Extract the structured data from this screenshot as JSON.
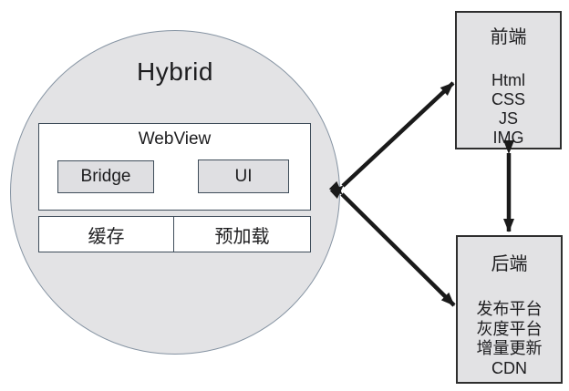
{
  "diagram": {
    "hybrid_circle": {
      "title": "Hybrid",
      "webview": {
        "title": "WebView",
        "children": [
          "Bridge",
          "UI"
        ]
      },
      "bottom_row": [
        "缓存",
        "预加载"
      ]
    },
    "frontend_box": {
      "title": "前端",
      "items": [
        "Html",
        "CSS",
        "JS",
        "IMG"
      ]
    },
    "backend_box": {
      "title": "后端",
      "items": [
        "发布平台",
        "灰度平台",
        "增量更新",
        "CDN"
      ]
    },
    "colors": {
      "circle_fill": "#e3e3e5",
      "circle_border": "#8593a2",
      "box_border": "#3f4d5a",
      "inner_box_fill": "#dfdfe2",
      "panel_fill": "#e2e2e4",
      "panel_border": "#2e2e2e",
      "arrow": "#1a1a1a",
      "text": "#1d1d1f"
    }
  }
}
